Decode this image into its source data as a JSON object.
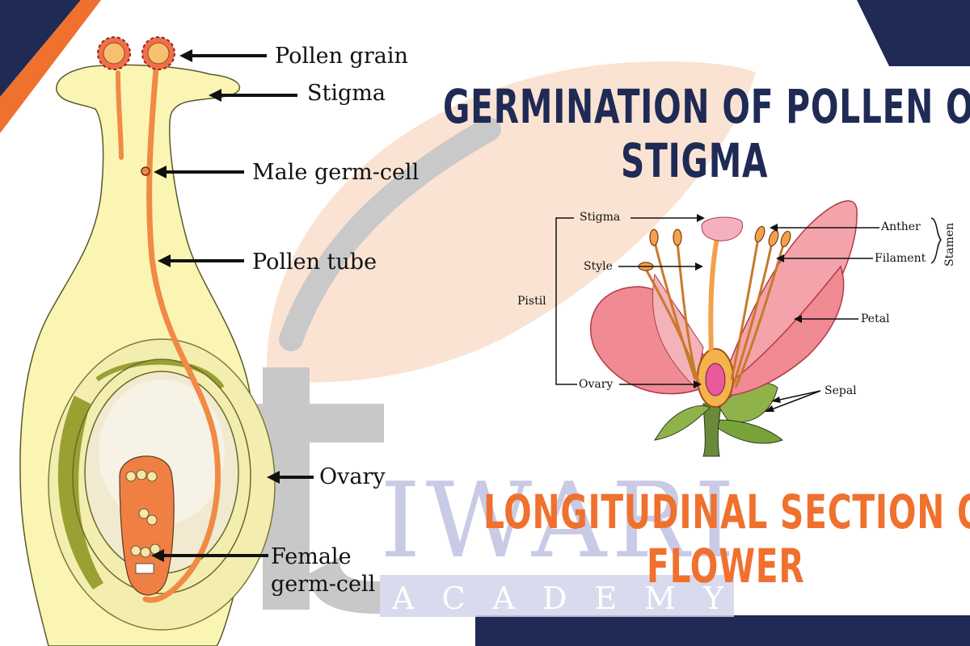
{
  "headings": {
    "germination_line1": "GERMINATION OF POLLEN ON",
    "germination_line2": "STIGMA",
    "section_line1": "LONGITUDINAL SECTION OF",
    "section_line2": "FLOWER"
  },
  "pistil_diagram": {
    "labels": {
      "pollen_grain": "Pollen grain",
      "stigma": "Stigma",
      "male_germ_cell": "Male germ-cell",
      "pollen_tube": "Pollen tube",
      "ovary": "Ovary",
      "female_germ_cell_line1": "Female",
      "female_germ_cell_line2": "germ-cell"
    }
  },
  "flower_diagram": {
    "labels": {
      "stigma": "Stigma",
      "style": "Style",
      "pistil": "Pistil",
      "ovary": "Ovary",
      "anther": "Anther",
      "filament": "Filament",
      "stamen": "Stamen",
      "petal": "Petal",
      "sepal": "Sepal"
    }
  },
  "watermark": {
    "brand": "IWARI",
    "sub": "ACADEMY"
  },
  "colors": {
    "navy": "#1f2a55",
    "orange": "#f0702e",
    "ovary_yellow": "#fbf5b4",
    "pollen_tube": "#f08a45",
    "petal_pink": "#f08a93"
  }
}
